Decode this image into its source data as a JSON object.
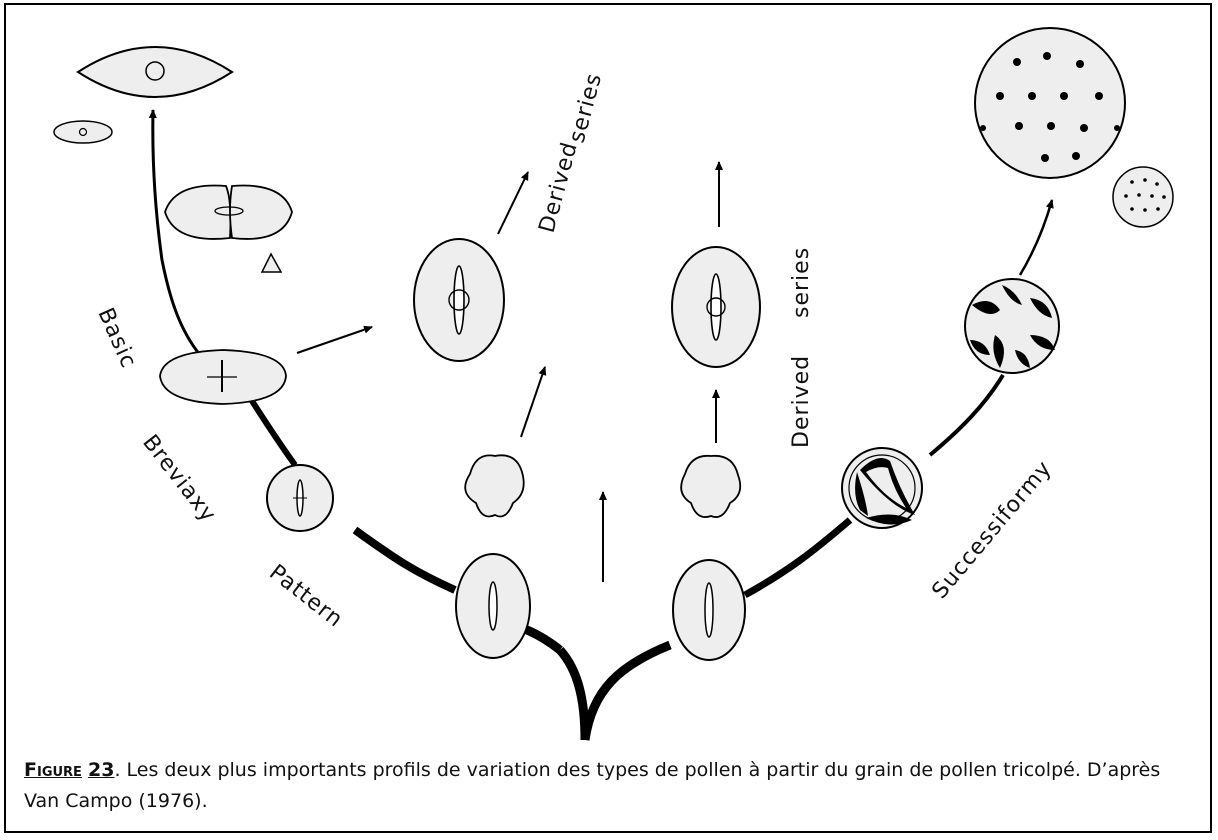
{
  "diagram": {
    "labels": {
      "basic": "Basic",
      "breviaxy": "Breviaxy",
      "pattern": "Pattern",
      "derived_left": "Derived",
      "series_left": "series",
      "derived_right": "Derived",
      "series_right": "series",
      "successiformy": "Successiformy"
    }
  },
  "caption": {
    "label": "Figure",
    "number": "23",
    "text": ". Les deux plus importants profils de variation des types de pollen à partir du grain de pollen tricolpé. D’après Van Campo (1976)."
  },
  "colors": {
    "grain_fill": "#eeeeee",
    "stroke": "#000000",
    "frame": "#000000"
  }
}
